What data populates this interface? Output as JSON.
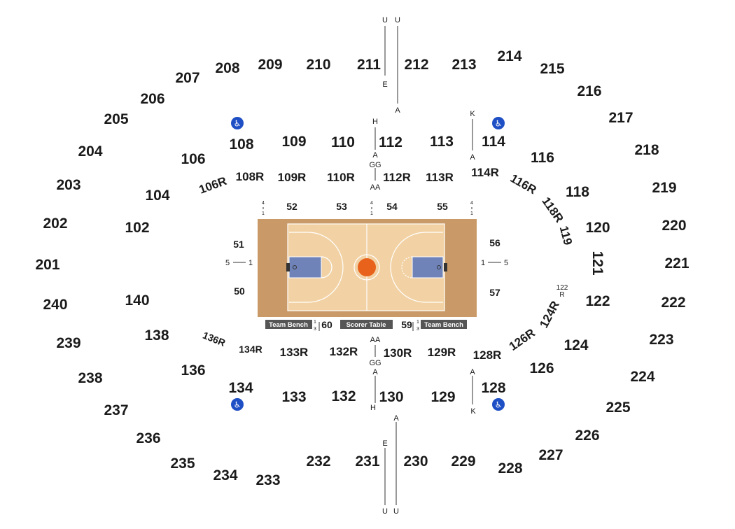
{
  "colors": {
    "court_outer": "#C99A68",
    "court_floor": "#F2D2A4",
    "paint": "#6F83B8",
    "ball": "#E8621C",
    "banner": "#555555",
    "ada": "#1F4FC4"
  },
  "icons": {
    "ada": "wheelchair-icon",
    "ball": "basketball-icon"
  },
  "upper_sections": [
    "201",
    "202",
    "203",
    "204",
    "205",
    "206",
    "207",
    "208",
    "209",
    "210",
    "211",
    "212",
    "213",
    "214",
    "215",
    "216",
    "217",
    "218",
    "219",
    "220",
    "221",
    "222",
    "223",
    "224",
    "225",
    "226",
    "227",
    "228",
    "229",
    "230",
    "231",
    "232",
    "233",
    "234",
    "235",
    "236",
    "237",
    "238",
    "239",
    "240"
  ],
  "lower_sections": [
    "102",
    "104",
    "106",
    "108",
    "109",
    "110",
    "112",
    "113",
    "114",
    "116",
    "118",
    "119",
    "120",
    "121",
    "122",
    "124",
    "126",
    "128",
    "129",
    "130",
    "132",
    "133",
    "134",
    "136",
    "138",
    "140"
  ],
  "r_sections": [
    "106R",
    "108R",
    "109R",
    "110R",
    "112R",
    "113R",
    "114R",
    "116R",
    "118R",
    "122R",
    "124R",
    "126R",
    "128R",
    "129R",
    "130R",
    "132R",
    "133R",
    "134R",
    "136R"
  ],
  "court_sections": [
    "50",
    "51",
    "52",
    "53",
    "54",
    "55",
    "56",
    "57",
    "59",
    "60"
  ],
  "banners": {
    "bench_left": "Team Bench",
    "scorer": "Scorer Table",
    "bench_right": "Team Bench"
  },
  "row_labels": {
    "U": "U",
    "E": "E",
    "A": "A",
    "H": "H",
    "K": "K",
    "GG": "GG",
    "AA": "AA",
    "one": "1",
    "three": "3",
    "four": "4",
    "five": "5",
    "R": "R",
    "n122": "122"
  }
}
